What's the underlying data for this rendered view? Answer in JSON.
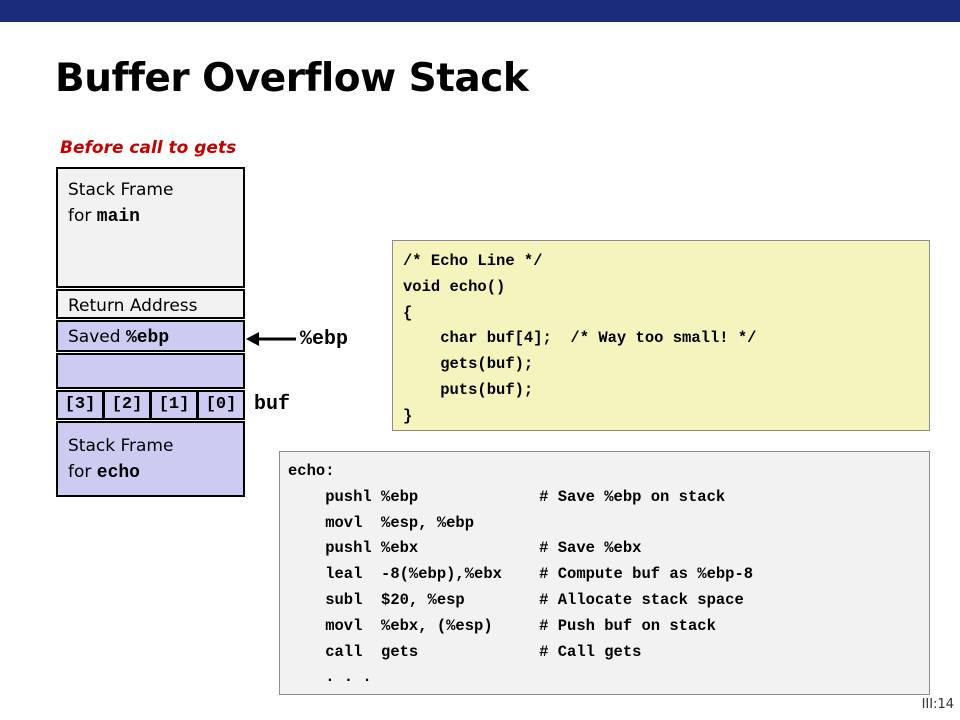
{
  "slide": {
    "title": "Buffer Overflow Stack",
    "subtitle": "Before call to gets",
    "slide_number": "III:14"
  },
  "stack": {
    "main_frame": {
      "line1": "Stack Frame",
      "line2_prefix": "for ",
      "line2_mono": "main"
    },
    "return_address": "Return Address",
    "saved_ebp": {
      "prefix": "Saved ",
      "mono": "%ebp"
    },
    "buf_cells": [
      "[3]",
      "[2]",
      "[1]",
      "[0]"
    ],
    "echo_frame": {
      "line1": "Stack Frame",
      "line2_prefix": "for ",
      "line2_mono": "echo"
    }
  },
  "pointers": {
    "ebp_label": "%ebp",
    "buf_label": "buf"
  },
  "c_code": {
    "lines": [
      "/* Echo Line */",
      "void echo()",
      "{",
      "    char buf[4];  /* Way too small! */",
      "    gets(buf);",
      "    puts(buf);",
      "}"
    ]
  },
  "asm_code": {
    "lines": [
      "echo:",
      "    pushl %ebp             # Save %ebp on stack",
      "    movl  %esp, %ebp",
      "    pushl %ebx             # Save %ebx",
      "    leal  -8(%ebp),%ebx    # Compute buf as %ebp-8",
      "    subl  $20, %esp        # Allocate stack space",
      "    movl  %ebx, (%esp)     # Push buf on stack",
      "    call  gets             # Call gets",
      "    . . ."
    ]
  }
}
